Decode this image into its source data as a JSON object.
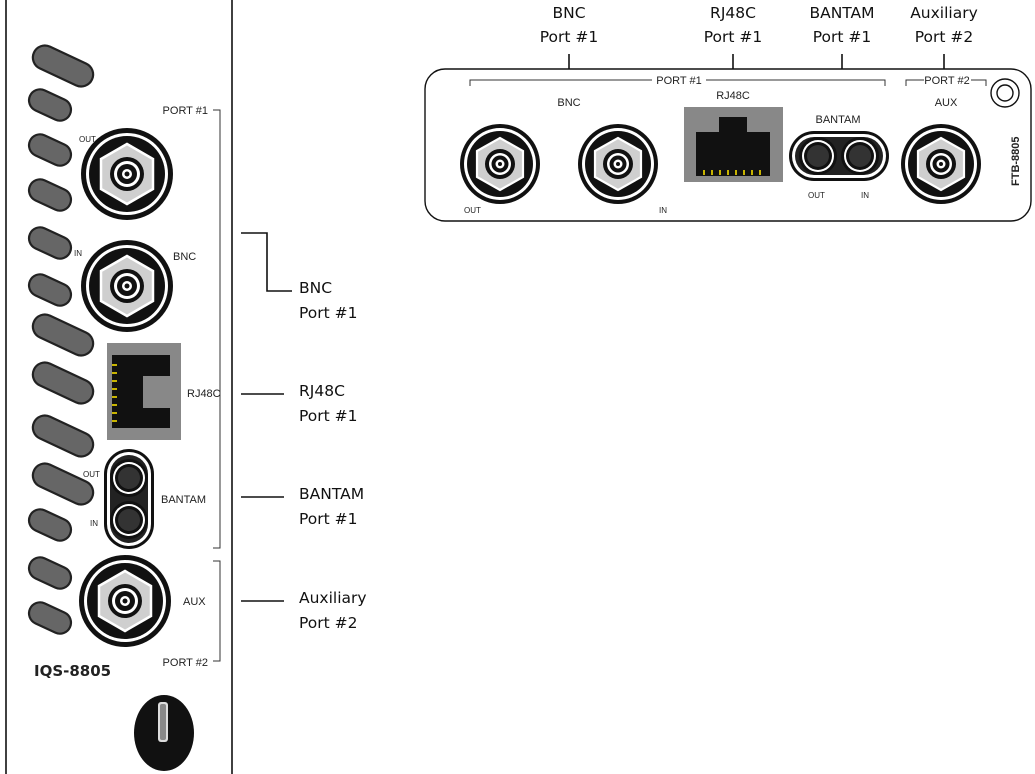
{
  "front_panel": {
    "model": "IQS-8805",
    "port1_label": "PORT #1",
    "port2_label": "PORT #2",
    "bnc_label": "BNC",
    "rj48c_label": "RJ48C",
    "bantam_label": "BANTAM",
    "aux_label": "AUX",
    "out_label": "OUT",
    "in_label": "IN"
  },
  "callouts_left": {
    "bnc": {
      "line1": "BNC",
      "line2": "Port #1"
    },
    "rj48c": {
      "line1": "RJ48C",
      "line2": "Port #1"
    },
    "bantam": {
      "line1": "BANTAM",
      "line2": "Port #1"
    },
    "aux": {
      "line1": "Auxiliary",
      "line2": "Port #2"
    }
  },
  "top_panel": {
    "model": "FTB-8805",
    "port1_label": "PORT #1",
    "port2_label": "PORT #2",
    "bnc_label": "BNC",
    "rj48c_label": "RJ48C",
    "bantam_label": "BANTAM",
    "aux_label": "AUX",
    "out_label": "OUT",
    "in_label": "IN"
  },
  "callouts_top": {
    "bnc": {
      "line1": "BNC",
      "line2": "Port #1"
    },
    "rj48c": {
      "line1": "RJ48C",
      "line2": "Port #1"
    },
    "bantam": {
      "line1": "BANTAM",
      "line2": "Port #1"
    },
    "aux": {
      "line1": "Auxiliary",
      "line2": "Port #2"
    }
  }
}
